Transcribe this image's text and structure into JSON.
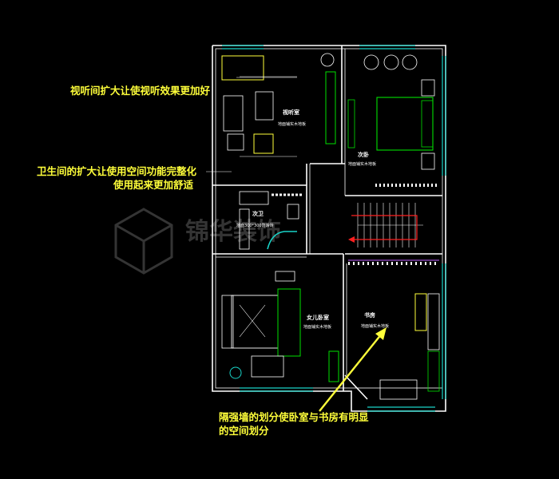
{
  "annotations": {
    "top_note": "视听间扩大让使视听效果更加好",
    "mid_note_line1": "卫生间的扩大让使用空间功能完整化",
    "mid_note_line2": "使用起来更加舒适",
    "bottom_note_line1": "隔强墙的划分使卧室与书房有明显",
    "bottom_note_line2": "的空间划分"
  },
  "rooms": {
    "av_room": {
      "name": "视听室",
      "sub": "地面铺实木地板"
    },
    "bedroom": {
      "name": "次卧",
      "sub": "地面铺实木地板"
    },
    "bathroom": {
      "name": "次卫",
      "sub": "地面300*300防滑砖"
    },
    "daughter_room": {
      "name": "女儿卧室",
      "sub": "地面铺实木地板"
    },
    "study": {
      "name": "书房",
      "sub": "地面铺实木地板"
    }
  },
  "watermark": {
    "text": "锦华装饰"
  },
  "colors": {
    "background": "#000000",
    "wall": "#ffffff",
    "annotation": "#ffff3a",
    "furniture": "#00e000",
    "window": "#19d4c8",
    "stair_arrow": "#ff2020",
    "wardrobe": "#c060ff"
  }
}
